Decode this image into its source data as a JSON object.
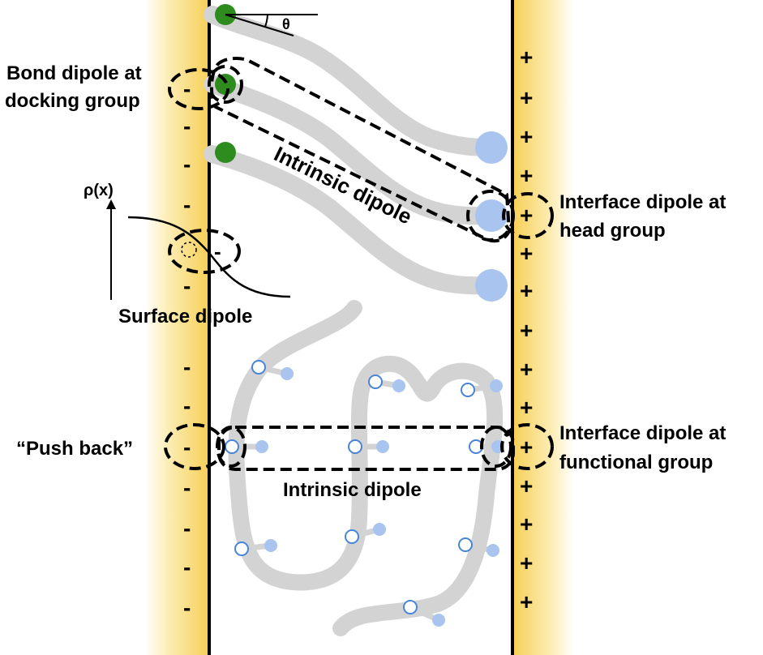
{
  "labels": {
    "bond_dipole_line1": "Bond dipole at",
    "bond_dipole_line2": "docking group",
    "theta": "θ",
    "intrinsic_dipole_top": "Intrinsic dipole",
    "interface_head_line1": "Interface dipole at",
    "interface_head_line2": "head group",
    "rho_axis": "ρ(x)",
    "surface_dipole": "Surface dipole",
    "push_back": "“Push back”",
    "interface_functional_line1": "Interface dipole at",
    "interface_functional_line2": "functional group",
    "intrinsic_dipole_bottom": "Intrinsic dipole"
  },
  "signs": {
    "minus": "-",
    "plus": "+"
  },
  "colors": {
    "electrode_gold": "#f7d15a",
    "electrode_light": "#fdf2c9",
    "chain_gray": "#d3d3d3",
    "docking_green": "#2e8b1e",
    "head_blue": "#a9c4ef",
    "functional_ring_blue": "#4a84d6"
  }
}
